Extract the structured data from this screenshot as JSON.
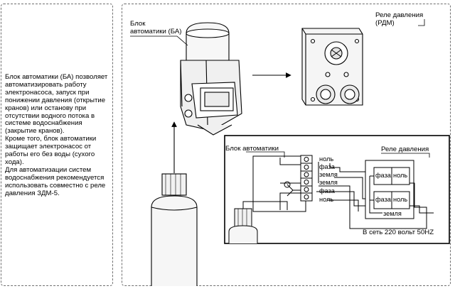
{
  "description_text": "Блок автоматики (БА) позволяет автоматизировать работу электронасоса, запуск при понижении давления (открытие кранов) или останову при отсутствии водного потока в системе водоснабжения (закрытие кранов).\nКроме того, блок автоматики защищает электронасос от работы его без воды (сухого хода).\nДля автоматизации систем водоснабжения рекомендуется использовать совместно с реле давления ЗДМ-5.",
  "top_labels": {
    "automation_unit": "Блок\nавтоматики (БА)",
    "pressure_relay": "Реле давления\n(РДМ)"
  },
  "wiring": {
    "automation_block_title": "Блок автоматики",
    "pressure_relay_title": "Реле давления",
    "left_terminals": [
      "ноль",
      "фаза",
      "земля",
      "земля",
      "фаза",
      "ноль"
    ],
    "relay_terminals_top": [
      "фаза",
      "ноль"
    ],
    "relay_terminals_bottom": [
      "фаза",
      "ноль"
    ],
    "ground_label": "земля",
    "mains_label": "В сеть 220 вольт 50HZ"
  }
}
